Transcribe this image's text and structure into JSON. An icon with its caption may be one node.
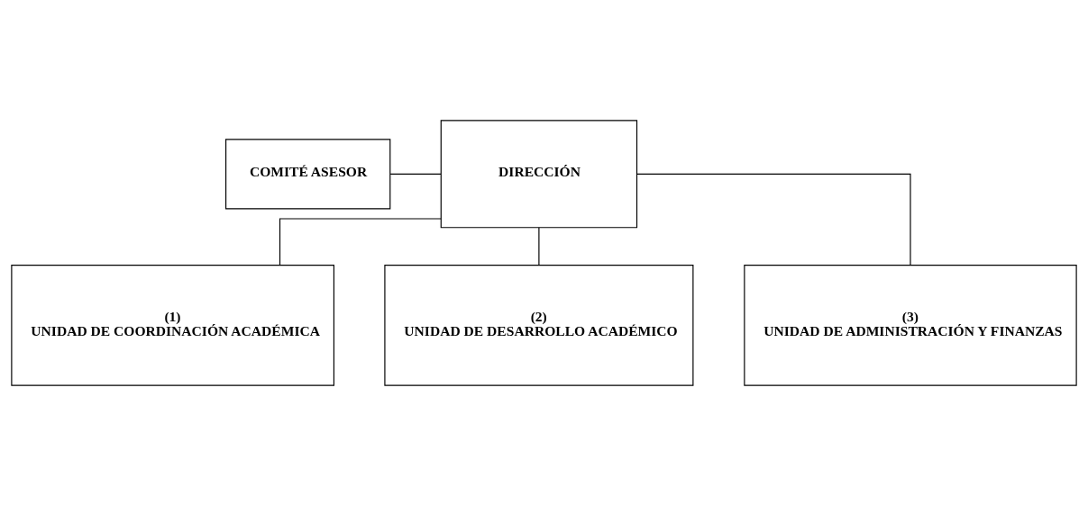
{
  "diagram": {
    "nodes": [
      {
        "text": [
          "COMITÉ ASESOR"
        ]
      },
      {
        "text": [
          "DIRECCIÓN"
        ]
      },
      {
        "text": [
          "(1)",
          "UNIDAD DE COORDINACIÓN ACADÉMICA"
        ]
      },
      {
        "text": [
          "(2)",
          "UNIDAD DE DESARROLLO ACADÉMICO"
        ]
      },
      {
        "text": [
          "(3)",
          "UNIDAD DE ADMINISTRACIÓN Y FINANZAS"
        ]
      }
    ],
    "edges": [
      {
        "from": 0,
        "to": 1,
        "arrow": "none"
      },
      {
        "from": 1,
        "to": 2,
        "arrow": "none"
      },
      {
        "from": 1,
        "to": 3,
        "arrow": "none"
      },
      {
        "from": 1,
        "to": 4,
        "arrow": "none"
      }
    ]
  }
}
